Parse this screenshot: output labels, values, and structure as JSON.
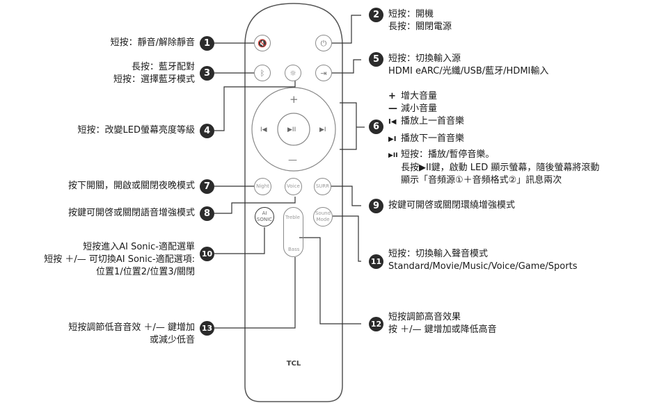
{
  "brand": "TCL",
  "remote": {
    "buttons": {
      "mute_icon": "mute-icon",
      "power_icon": "power-icon",
      "bluetooth_icon": "bluetooth-icon",
      "brightness_icon": "brightness-icon",
      "input_icon": "input-icon",
      "plus": "+",
      "minus": "—",
      "prev": "I◀",
      "play": "▶II",
      "next": "▶I",
      "night": "Night",
      "voice": "Voice",
      "surr": "SURR",
      "ai_sonic": "AI\nSONIC",
      "treble": "Treble",
      "bass": "Bass",
      "sound_mode": "Sound\nMode"
    }
  },
  "callouts": [
    {
      "num": "1",
      "text": "短按：靜音/解除靜音"
    },
    {
      "num": "2",
      "text": "短按：開機\n長按：關閉電源"
    },
    {
      "num": "3",
      "text": "長按：藍牙配對\n短按：選擇藍牙模式"
    },
    {
      "num": "4",
      "text": "短按：改變LED螢幕亮度等級"
    },
    {
      "num": "5",
      "text": "短按：切換輸入源\nHDMI eARC/光纖/USB/藍牙/HDMI輸入"
    },
    {
      "num": "6",
      "items": [
        {
          "sym": "+",
          "text": "增大音量"
        },
        {
          "sym": "—",
          "text": "減小音量"
        },
        {
          "sym": "I◀",
          "text": "播放上一首音樂"
        },
        {
          "sym": "▶I",
          "text": "播放下一首音樂"
        },
        {
          "sym": "▶II",
          "text": "短按：播放/暫停音樂。"
        }
      ],
      "extra": "長按▶II鍵，啟動 LED 顯示螢幕，隨後螢幕將滾動\n顯示「音頻源①＋音頻格式②」訊息兩次"
    },
    {
      "num": "7",
      "text": "按下開關，開啟或關閉夜晚模式"
    },
    {
      "num": "8",
      "text": "按鍵可開啓或關閉語音增強模式"
    },
    {
      "num": "9",
      "text": "按鍵可開啓或關閉環繞增強模式"
    },
    {
      "num": "10",
      "text": "短按進入AI Sonic-適配選單\n短按 ＋/— 可切換AI Sonic-適配選項:\n位置1/位置2/位置3/關閉"
    },
    {
      "num": "11",
      "text": "短按：切換輸入聲音模式\nStandard/Movie/Music/Voice/Game/Sports"
    },
    {
      "num": "12",
      "text": "短按調節高音效果\n按 ＋/— 鍵增加或降低高音"
    },
    {
      "num": "13",
      "text": "短按調節低音音效 ＋/— 鍵增加\n或減少低音"
    }
  ]
}
